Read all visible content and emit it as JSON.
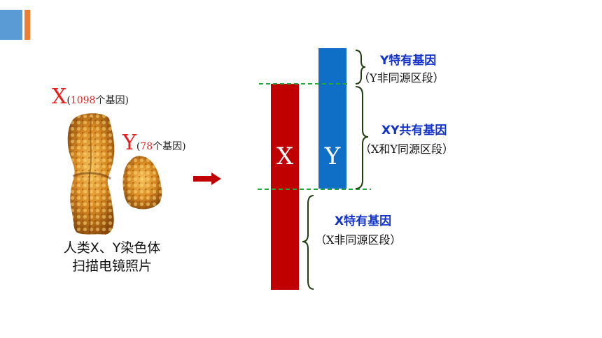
{
  "colors": {
    "deco_blue": "#5b9bd5",
    "deco_orange": "#ed7d31",
    "x_bar": "#c00000",
    "y_bar": "#0f6fc6",
    "dashed_line": "#22a83a",
    "brace": "#1f3d0f",
    "arrow": "#c00000",
    "label_blue": "#1232c8",
    "label_red": "#e3201b"
  },
  "left": {
    "x_label": {
      "letter": "X",
      "open": "(",
      "count": "1098",
      "rest": "个基因)"
    },
    "y_label": {
      "letter": "Y",
      "open": "(",
      "count": "78",
      "rest": "个基因)"
    },
    "caption_line1": "人类X、Y染色体",
    "caption_line2": "扫描电镜照片"
  },
  "bars": {
    "x_letter": "X",
    "y_letter": "Y"
  },
  "regions": {
    "y_specific": {
      "title": "Y特有基因",
      "subtitle": "（Y非同源区段）"
    },
    "xy_shared": {
      "title": "XY共有基因",
      "subtitle": "（X和Y同源区段）"
    },
    "x_specific": {
      "title": "X特有基因",
      "subtitle": "（X非同源区段）"
    }
  },
  "icons": [
    "arrow-right-icon",
    "brace-icon",
    "chromosome-image"
  ]
}
